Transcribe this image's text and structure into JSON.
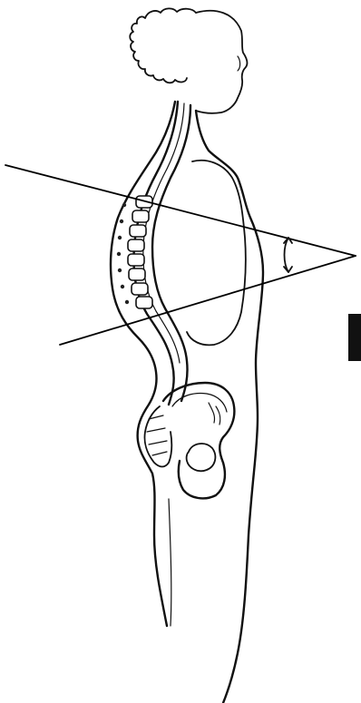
{
  "figure": {
    "subject": "side-view-spine-angle",
    "colors": {
      "ink": "#111111",
      "background": "#ffffff",
      "marker": "#111111"
    }
  },
  "icons": {
    "angle_arrow": "double-headed-arc-arrow",
    "corner_marker": "black-bracket-marker"
  }
}
